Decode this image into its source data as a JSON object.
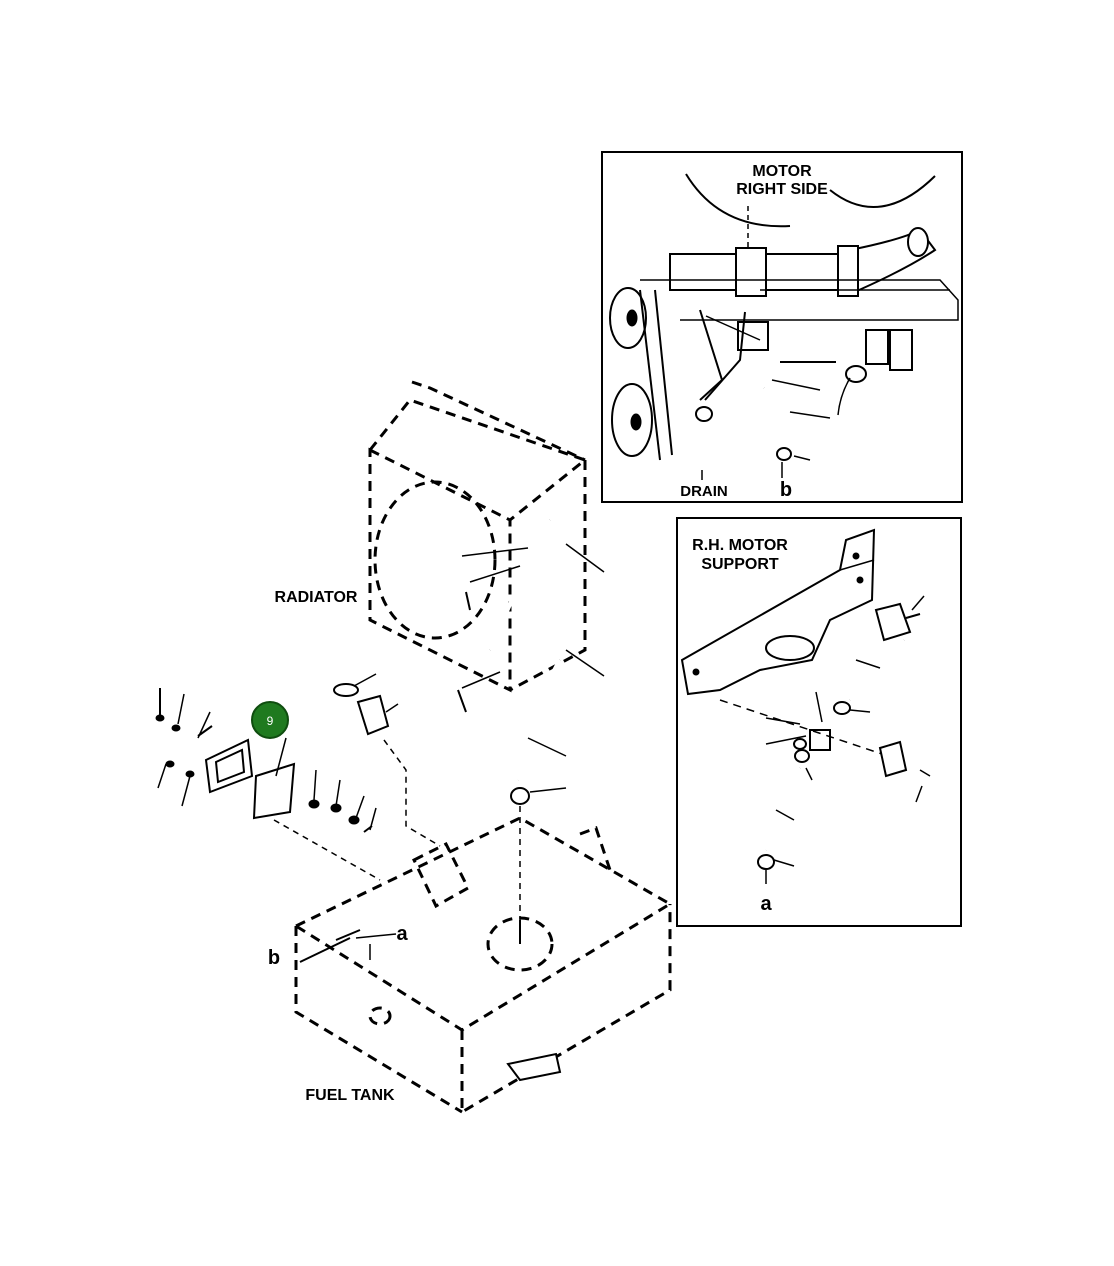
{
  "labels": {
    "motor_right_side_line1": "MOTOR",
    "motor_right_side_line2": "RIGHT SIDE",
    "drain": "DRAIN",
    "detail_b": "b",
    "rh_motor_support_line1": "R.H. MOTOR",
    "rh_motor_support_line2": "SUPPORT",
    "detail_a": "a",
    "radiator": "RADIATOR",
    "fuel_tank": "FUEL TANK",
    "tank_a": "a",
    "tank_b": "b"
  },
  "callout": {
    "number": "9",
    "color": "#1f7a1f"
  },
  "colors": {
    "line": "#000000",
    "background": "#ffffff"
  }
}
